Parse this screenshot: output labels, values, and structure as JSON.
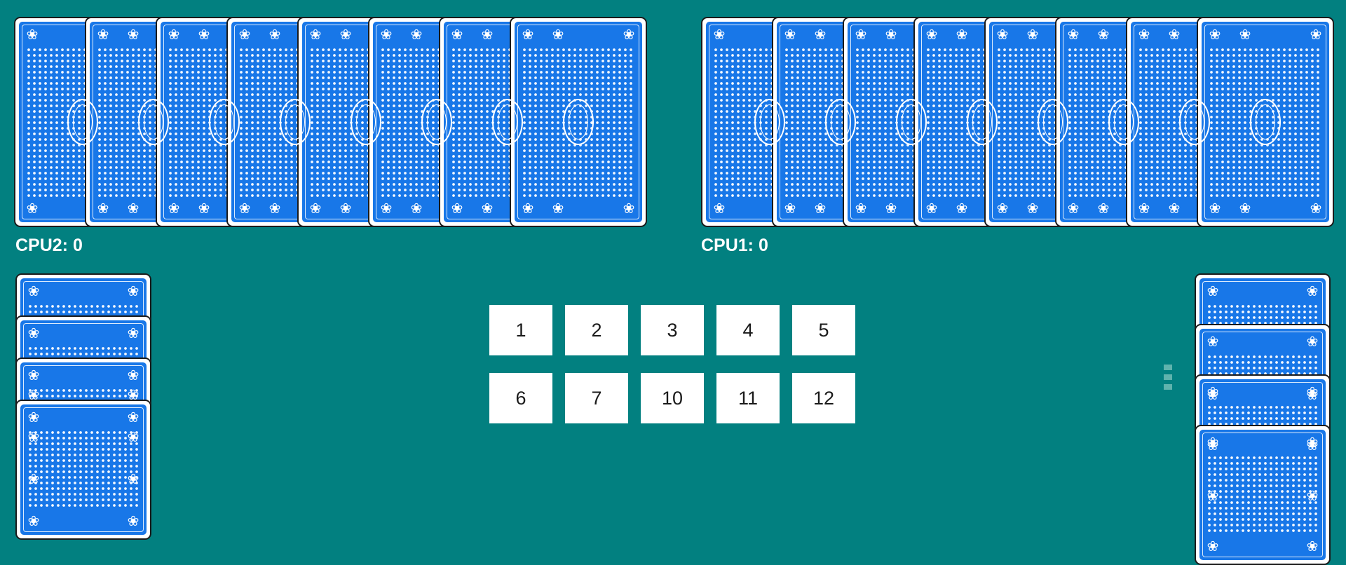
{
  "table": {
    "background_color": "#028080"
  },
  "card_back": {
    "color": "#1877e8",
    "count_cpu2": 8,
    "count_cpu1": 8,
    "count_left": 4,
    "count_right": 4
  },
  "players": [
    {
      "name": "CPU2",
      "score_text": "CPU2: 0"
    },
    {
      "name": "CPU1",
      "score_text": "CPU1: 0"
    }
  ],
  "number_buttons": [
    "1",
    "2",
    "3",
    "4",
    "5",
    "6",
    "7",
    "10",
    "11",
    "12"
  ],
  "menu": {
    "icon": "vertical-dots-icon"
  }
}
